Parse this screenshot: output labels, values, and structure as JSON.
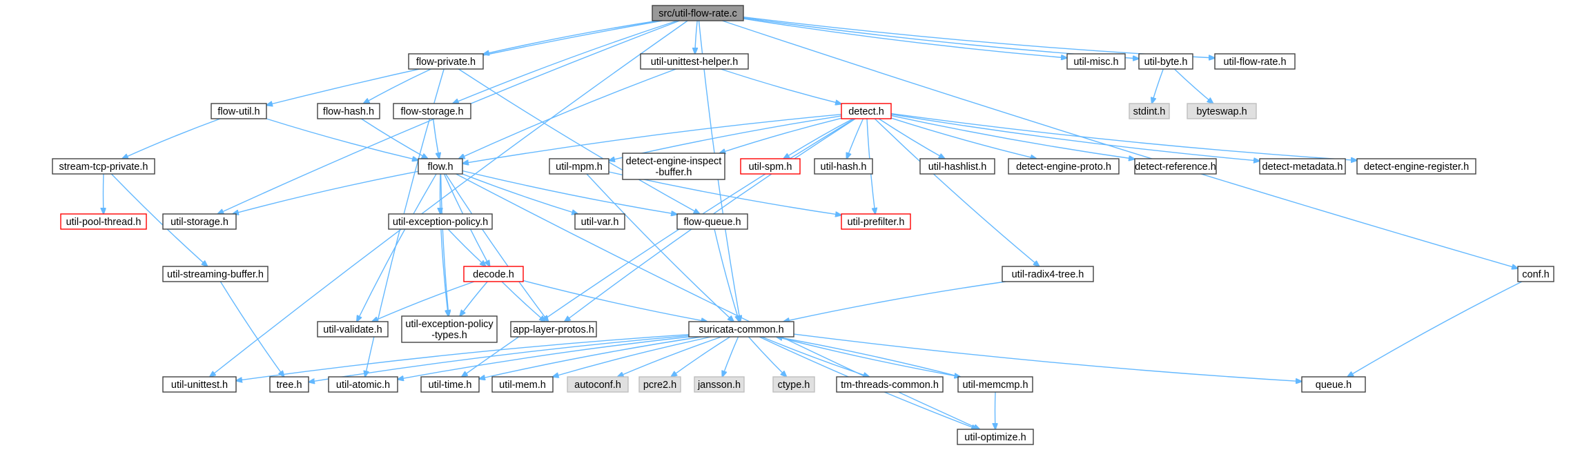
{
  "diagram": {
    "style": {
      "edge_color": "#63b8ff",
      "normal_border": "#404040",
      "normal_fill": "#ffffff",
      "root_fill": "#999999",
      "missing_border": "#ff0000",
      "external_fill": "#e0e0e0",
      "external_border": "#bfbfbf"
    },
    "nodes": [
      {
        "id": "root",
        "label": [
          "src/util-flow-rate.c"
        ],
        "kind": "root"
      },
      {
        "id": "flow-private",
        "label": [
          "flow-private.h"
        ],
        "kind": "normal"
      },
      {
        "id": "unittest-helper",
        "label": [
          "util-unittest-helper.h"
        ],
        "kind": "normal"
      },
      {
        "id": "util-misc",
        "label": [
          "util-misc.h"
        ],
        "kind": "normal"
      },
      {
        "id": "util-byte",
        "label": [
          "util-byte.h"
        ],
        "kind": "normal"
      },
      {
        "id": "util-flow-rate-h",
        "label": [
          "util-flow-rate.h"
        ],
        "kind": "normal"
      },
      {
        "id": "stdint",
        "label": [
          "stdint.h"
        ],
        "kind": "external"
      },
      {
        "id": "byteswap",
        "label": [
          "byteswap.h"
        ],
        "kind": "external"
      },
      {
        "id": "flow-util",
        "label": [
          "flow-util.h"
        ],
        "kind": "normal"
      },
      {
        "id": "flow-hash",
        "label": [
          "flow-hash.h"
        ],
        "kind": "normal"
      },
      {
        "id": "flow-storage",
        "label": [
          "flow-storage.h"
        ],
        "kind": "normal"
      },
      {
        "id": "detect",
        "label": [
          "detect.h"
        ],
        "kind": "missing"
      },
      {
        "id": "stream-tcp-private",
        "label": [
          "stream-tcp-private.h"
        ],
        "kind": "normal"
      },
      {
        "id": "flow",
        "label": [
          "flow.h"
        ],
        "kind": "normal"
      },
      {
        "id": "util-mpm",
        "label": [
          "util-mpm.h"
        ],
        "kind": "normal"
      },
      {
        "id": "det-inspect",
        "label": [
          "detect-engine-inspect",
          "-buffer.h"
        ],
        "kind": "normal"
      },
      {
        "id": "util-spm",
        "label": [
          "util-spm.h"
        ],
        "kind": "missing"
      },
      {
        "id": "util-hash",
        "label": [
          "util-hash.h"
        ],
        "kind": "normal"
      },
      {
        "id": "util-hashlist",
        "label": [
          "util-hashlist.h"
        ],
        "kind": "normal"
      },
      {
        "id": "det-proto",
        "label": [
          "detect-engine-proto.h"
        ],
        "kind": "normal"
      },
      {
        "id": "det-ref",
        "label": [
          "detect-reference.h"
        ],
        "kind": "normal"
      },
      {
        "id": "det-meta",
        "label": [
          "detect-metadata.h"
        ],
        "kind": "normal"
      },
      {
        "id": "det-register",
        "label": [
          "detect-engine-register.h"
        ],
        "kind": "normal"
      },
      {
        "id": "util-pool-thread",
        "label": [
          "util-pool-thread.h"
        ],
        "kind": "missing"
      },
      {
        "id": "util-storage",
        "label": [
          "util-storage.h"
        ],
        "kind": "normal"
      },
      {
        "id": "util-exc-policy",
        "label": [
          "util-exception-policy.h"
        ],
        "kind": "normal"
      },
      {
        "id": "util-var",
        "label": [
          "util-var.h"
        ],
        "kind": "normal"
      },
      {
        "id": "flow-queue",
        "label": [
          "flow-queue.h"
        ],
        "kind": "normal"
      },
      {
        "id": "util-prefilter",
        "label": [
          "util-prefilter.h"
        ],
        "kind": "missing"
      },
      {
        "id": "util-stream-buf",
        "label": [
          "util-streaming-buffer.h"
        ],
        "kind": "normal"
      },
      {
        "id": "decode",
        "label": [
          "decode.h"
        ],
        "kind": "missing"
      },
      {
        "id": "util-radix4",
        "label": [
          "util-radix4-tree.h"
        ],
        "kind": "normal"
      },
      {
        "id": "conf",
        "label": [
          "conf.h"
        ],
        "kind": "normal"
      },
      {
        "id": "util-validate",
        "label": [
          "util-validate.h"
        ],
        "kind": "normal"
      },
      {
        "id": "exc-types",
        "label": [
          "util-exception-policy",
          "-types.h"
        ],
        "kind": "normal"
      },
      {
        "id": "app-layer-protos",
        "label": [
          "app-layer-protos.h"
        ],
        "kind": "normal"
      },
      {
        "id": "suricata-common",
        "label": [
          "suricata-common.h"
        ],
        "kind": "normal"
      },
      {
        "id": "util-unittest",
        "label": [
          "util-unittest.h"
        ],
        "kind": "normal"
      },
      {
        "id": "tree",
        "label": [
          "tree.h"
        ],
        "kind": "normal"
      },
      {
        "id": "util-atomic",
        "label": [
          "util-atomic.h"
        ],
        "kind": "normal"
      },
      {
        "id": "util-time",
        "label": [
          "util-time.h"
        ],
        "kind": "normal"
      },
      {
        "id": "util-mem",
        "label": [
          "util-mem.h"
        ],
        "kind": "normal"
      },
      {
        "id": "autoconf",
        "label": [
          "autoconf.h"
        ],
        "kind": "external"
      },
      {
        "id": "pcre2",
        "label": [
          "pcre2.h"
        ],
        "kind": "external"
      },
      {
        "id": "jansson",
        "label": [
          "jansson.h"
        ],
        "kind": "external"
      },
      {
        "id": "ctype",
        "label": [
          "ctype.h"
        ],
        "kind": "external"
      },
      {
        "id": "tm-threads",
        "label": [
          "tm-threads-common.h"
        ],
        "kind": "normal"
      },
      {
        "id": "util-memcmp",
        "label": [
          "util-memcmp.h"
        ],
        "kind": "normal"
      },
      {
        "id": "queue",
        "label": [
          "queue.h"
        ],
        "kind": "normal"
      },
      {
        "id": "util-optimize",
        "label": [
          "util-optimize.h"
        ],
        "kind": "normal"
      }
    ],
    "edges": [
      [
        "root",
        "flow-private"
      ],
      [
        "root",
        "unittest-helper"
      ],
      [
        "root",
        "util-misc"
      ],
      [
        "root",
        "util-byte"
      ],
      [
        "root",
        "util-flow-rate-h"
      ],
      [
        "root",
        "flow-util"
      ],
      [
        "root",
        "flow-storage"
      ],
      [
        "root",
        "util-storage"
      ],
      [
        "root",
        "util-unittest"
      ],
      [
        "root",
        "conf"
      ],
      [
        "root",
        "suricata-common"
      ],
      [
        "util-byte",
        "stdint"
      ],
      [
        "util-byte",
        "byteswap"
      ],
      [
        "flow-private",
        "flow-hash"
      ],
      [
        "flow-private",
        "flow-queue"
      ],
      [
        "flow-private",
        "util-atomic"
      ],
      [
        "unittest-helper",
        "flow"
      ],
      [
        "unittest-helper",
        "detect"
      ],
      [
        "flow-util",
        "stream-tcp-private"
      ],
      [
        "flow-util",
        "flow"
      ],
      [
        "flow-hash",
        "flow"
      ],
      [
        "flow-storage",
        "flow"
      ],
      [
        "stream-tcp-private",
        "util-pool-thread"
      ],
      [
        "stream-tcp-private",
        "util-stream-buf"
      ],
      [
        "util-stream-buf",
        "tree"
      ],
      [
        "detect",
        "flow"
      ],
      [
        "detect",
        "util-mpm"
      ],
      [
        "detect",
        "det-inspect"
      ],
      [
        "detect",
        "util-spm"
      ],
      [
        "detect",
        "util-hash"
      ],
      [
        "detect",
        "util-hashlist"
      ],
      [
        "detect",
        "det-proto"
      ],
      [
        "detect",
        "det-ref"
      ],
      [
        "detect",
        "det-meta"
      ],
      [
        "detect",
        "det-register"
      ],
      [
        "detect",
        "util-prefilter"
      ],
      [
        "detect",
        "util-radix4"
      ],
      [
        "detect",
        "app-layer-protos"
      ],
      [
        "detect",
        "util-time"
      ],
      [
        "util-mpm",
        "util-prefilter"
      ],
      [
        "util-mpm",
        "suricata-common"
      ],
      [
        "flow",
        "util-storage"
      ],
      [
        "flow",
        "util-exc-policy"
      ],
      [
        "flow",
        "util-var"
      ],
      [
        "flow",
        "flow-queue"
      ],
      [
        "flow",
        "decode"
      ],
      [
        "flow",
        "util-validate"
      ],
      [
        "flow",
        "exc-types"
      ],
      [
        "flow",
        "app-layer-protos"
      ],
      [
        "flow",
        "util-optimize"
      ],
      [
        "util-exc-policy",
        "decode"
      ],
      [
        "util-exc-policy",
        "exc-types"
      ],
      [
        "decode",
        "util-validate"
      ],
      [
        "decode",
        "exc-types"
      ],
      [
        "decode",
        "app-layer-protos"
      ],
      [
        "decode",
        "suricata-common"
      ],
      [
        "flow-queue",
        "suricata-common"
      ],
      [
        "util-radix4",
        "suricata-common"
      ],
      [
        "conf",
        "queue"
      ],
      [
        "suricata-common",
        "util-unittest"
      ],
      [
        "suricata-common",
        "tree"
      ],
      [
        "suricata-common",
        "util-atomic"
      ],
      [
        "suricata-common",
        "util-time"
      ],
      [
        "suricata-common",
        "util-mem"
      ],
      [
        "suricata-common",
        "autoconf"
      ],
      [
        "suricata-common",
        "pcre2"
      ],
      [
        "suricata-common",
        "jansson"
      ],
      [
        "suricata-common",
        "ctype"
      ],
      [
        "suricata-common",
        "tm-threads"
      ],
      [
        "suricata-common",
        "util-memcmp"
      ],
      [
        "suricata-common",
        "queue"
      ],
      [
        "suricata-common",
        "util-optimize"
      ],
      [
        "util-memcmp",
        "suricata-common"
      ],
      [
        "util-memcmp",
        "util-optimize"
      ]
    ]
  }
}
